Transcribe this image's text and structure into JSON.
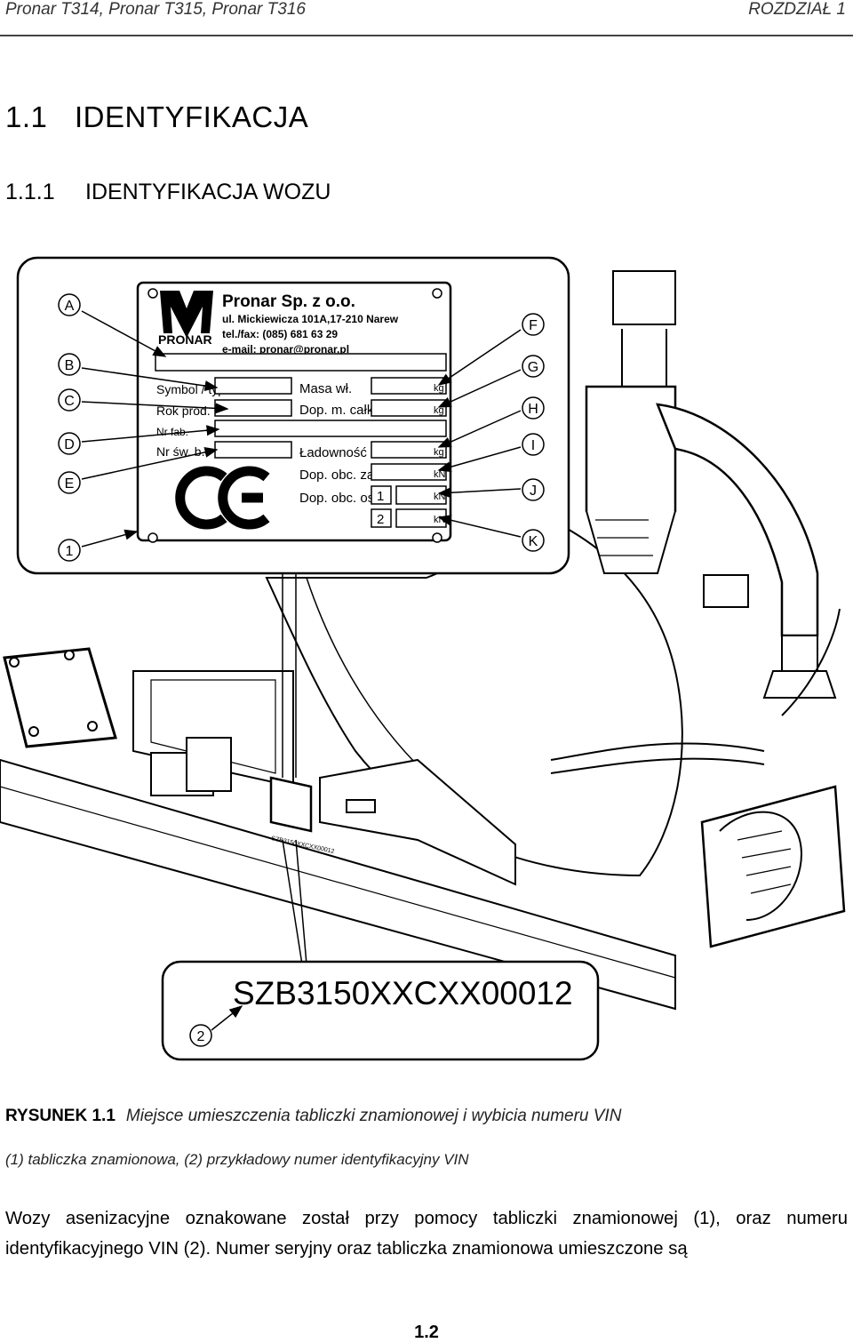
{
  "header": {
    "left": "Pronar T314, Pronar T315, Pronar T316",
    "right": "ROZDZIAŁ 1"
  },
  "section": {
    "number": "1.1",
    "title": "IDENTYFIKACJA"
  },
  "subsection": {
    "number": "1.1.1",
    "title": "IDENTYFIKACJA WOZU"
  },
  "nameplate": {
    "company": "Pronar Sp. z o.o.",
    "address": "ul. Mickiewicza 101A,17-210 Narew",
    "phone": "tel./fax: (085) 681 63 29",
    "email": "e-mail: pronar@pronar.pl",
    "brand": "PRONAR",
    "fields_left": [
      "Symbol / typ",
      "Rok prod.",
      "Nr fab.",
      "Nr św. b."
    ],
    "fields_right": [
      "Masa wł.",
      "Dop. m. całk.",
      "Ładowność",
      "Dop. obc. zacz.",
      "Dop. obc. osi"
    ],
    "units": [
      "kg",
      "kg",
      "kg",
      "kN",
      "kN",
      "kN"
    ],
    "axles": [
      "1",
      "2"
    ]
  },
  "callouts_left": [
    "A",
    "B",
    "C",
    "D",
    "E",
    "1"
  ],
  "callouts_right": [
    "F",
    "G",
    "H",
    "I",
    "J",
    "K"
  ],
  "vin": {
    "number": "SZB3150XXCXX00012",
    "callout": "2",
    "small": "SZB3150XXCXX00012"
  },
  "caption": {
    "label": "RYSUNEK 1.1",
    "text": "Miejsce umieszczenia tabliczki znamionowej i wybicia numeru VIN",
    "legend": "(1) tabliczka znamionowa, (2) przykładowy numer identyfikacyjny VIN"
  },
  "body_text": "Wozy asenizacyjne oznakowane został przy pomocy tabliczki znamionowej (1), oraz numeru identyfikacyjnego VIN (2). Numer seryjny oraz tabliczka znamionowa umieszczone są",
  "page_number": "1.2"
}
